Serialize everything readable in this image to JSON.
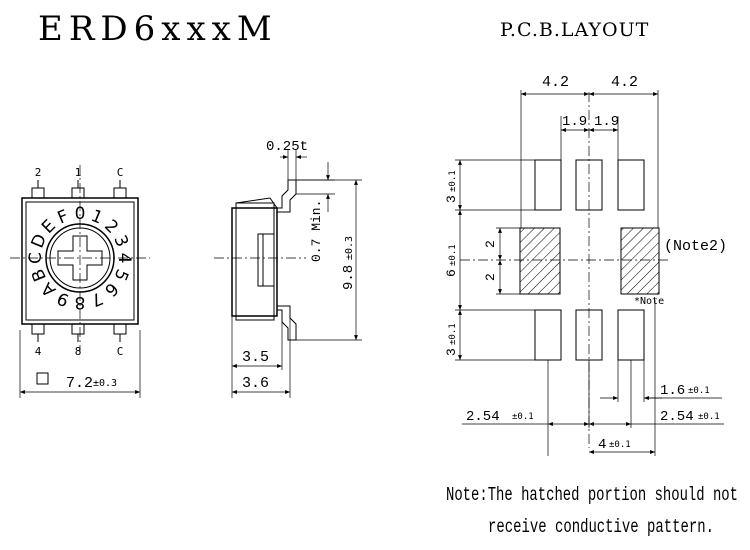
{
  "title": "ERD6xxxM",
  "pcb_title": "P.C.B.LAYOUT",
  "top_view": {
    "pin_labels_top": [
      "2",
      "1",
      "C"
    ],
    "pin_labels_bottom": [
      "4",
      "8",
      "C"
    ],
    "dial_chars": [
      "0",
      "1",
      "2",
      "3",
      "4",
      "5",
      "6",
      "7",
      "8",
      "9",
      "A",
      "B",
      "C",
      "D",
      "E",
      "F"
    ],
    "width_dim": "7.2",
    "width_tol": "±0.3"
  },
  "side_view": {
    "thickness": "0.25t",
    "min_label": "0.7 Min.",
    "height_dim": "9.8",
    "height_tol": "±0.3",
    "dim_a": "3.5",
    "dim_b": "3.6"
  },
  "pcb": {
    "top_dim_left": "4.2",
    "top_dim_right": "4.2",
    "inner_left": "1.9",
    "inner_right": "1.9",
    "left_top": "3",
    "left_mid": "6",
    "left_bot": "3",
    "tol": "±0.1",
    "mid_a": "2",
    "mid_b": "2",
    "note2": "(Note2)",
    "note_marker": "*Note",
    "pad_width": "1.6",
    "pitch_left": "2.54",
    "pitch_right": "2.54",
    "span": "4"
  },
  "note_line1": "Note:The hatched portion should not",
  "note_line2": "receive conductive pattern."
}
